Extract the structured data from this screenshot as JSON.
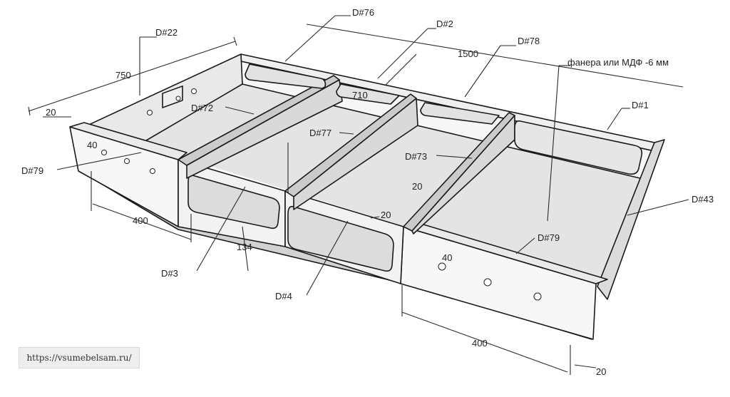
{
  "parts": {
    "d22": "D#22",
    "d76": "D#76",
    "d2": "D#2",
    "d78": "D#78",
    "d1": "D#1",
    "d72": "D#72",
    "d77": "D#77",
    "d73": "D#73",
    "d79_left": "D#79",
    "d79_right": "D#79",
    "d3": "D#3",
    "d4": "D#4",
    "d43": "D#43",
    "note": "фанера или МДФ -6 мм"
  },
  "dims": {
    "len_1500": "1500",
    "wid_750": "750",
    "th_20_left": "20",
    "inner_710": "710",
    "off_40_left": "40",
    "off_40_right": "40",
    "depth_400_left": "400",
    "depth_400_right": "400",
    "h_134": "134",
    "th_20_div": "20",
    "th_20_mid": "20",
    "th_20_right": "20"
  },
  "watermark": "https://vsumebelsam.ru/",
  "colors": {
    "panel_light": "#f4f4f4",
    "panel_mid": "#e2e2e2",
    "panel_dark": "#cfcfcf",
    "bottom": "#dadada",
    "edge": "#1a1a1a"
  }
}
